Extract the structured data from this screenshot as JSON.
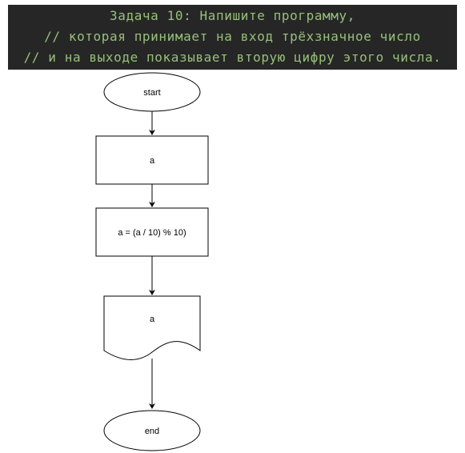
{
  "header": {
    "line1": "Задача 10: Напишите программу,",
    "line2": "// которая принимает на вход трёхзначное число",
    "line3": "// и на выходе показывает вторую цифру этого числа."
  },
  "flowchart": {
    "start_label": "start",
    "input_label": "a",
    "process_label": "a = (a / 10) % 10)",
    "output_label": "a",
    "end_label": "end"
  },
  "colors": {
    "header_bg": "#262626",
    "header_text": "#97c07a",
    "stroke": "#000000"
  }
}
